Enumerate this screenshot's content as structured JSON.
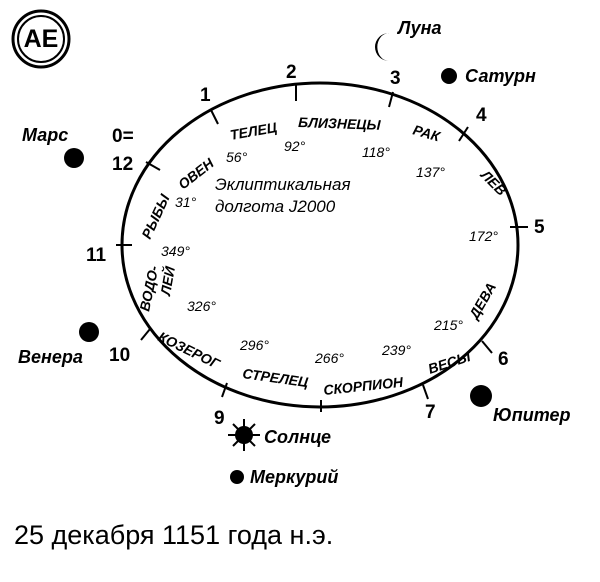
{
  "logo": "AE",
  "note_lines": [
    "Эклиптикальная",
    "долгота J2000"
  ],
  "house_numbers": [
    "0=",
    "12",
    "1",
    "2",
    "3",
    "4",
    "5",
    "6",
    "7",
    "9",
    "10",
    "11"
  ],
  "zodiac_labels": [
    "ОВЕН",
    "ТЕЛЕЦ",
    "БЛИЗНЕЦЫ",
    "РАК",
    "ЛЕВ",
    "ДЕВА",
    "ВЕСЫ",
    "СКОРПИОН",
    "СТРЕЛЕЦ",
    "КОЗЕРОГ",
    "ВОДО-",
    "ЛЕЙ",
    "РЫБЫ"
  ],
  "degree_labels": [
    "31°",
    "56°",
    "92°",
    "118°",
    "137°",
    "172°",
    "215°",
    "239°",
    "266°",
    "296°",
    "326°",
    "349°"
  ],
  "planets": [
    {
      "name": "Луна",
      "symbol": "moon"
    },
    {
      "name": "Сатурн",
      "symbol": "dot"
    },
    {
      "name": "Марс",
      "symbol": "dot"
    },
    {
      "name": "Венера",
      "symbol": "dot"
    },
    {
      "name": "Юпитер",
      "symbol": "dot"
    },
    {
      "name": "Солнце",
      "symbol": "sun"
    },
    {
      "name": "Меркурий",
      "symbol": "dot"
    }
  ],
  "caption": "25 декабря 1151 года н.э."
}
